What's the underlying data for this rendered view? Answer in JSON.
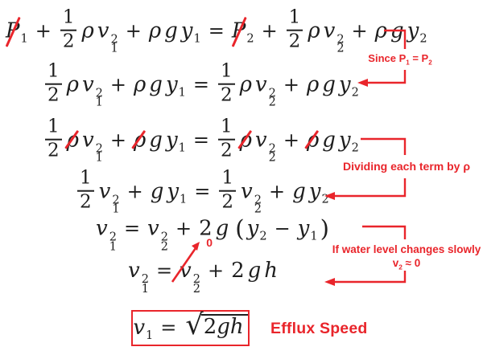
{
  "palette": {
    "red": "#e9252b",
    "ink": "#1e1e1e",
    "bg": "#ffffff"
  },
  "equations": {
    "line1": {
      "tokens": [
        {
          "t": "var",
          "v": "P",
          "sub": "1",
          "strike": "big"
        },
        {
          "t": "op",
          "v": "+"
        },
        {
          "t": "frac",
          "num": "1",
          "den": "2"
        },
        {
          "t": "var",
          "v": "ρ"
        },
        {
          "t": "var",
          "v": "v",
          "sup": "2",
          "sub": "1"
        },
        {
          "t": "op",
          "v": "+"
        },
        {
          "t": "var",
          "v": "ρ"
        },
        {
          "t": "var",
          "v": "g"
        },
        {
          "t": "var",
          "v": "y",
          "sub": "1"
        },
        {
          "t": "op",
          "v": "="
        },
        {
          "t": "var",
          "v": "P",
          "sub": "2",
          "strike": "big"
        },
        {
          "t": "op",
          "v": "+"
        },
        {
          "t": "frac",
          "num": "1",
          "den": "2"
        },
        {
          "t": "var",
          "v": "ρ"
        },
        {
          "t": "var",
          "v": "v",
          "sup": "2",
          "sub": "2"
        },
        {
          "t": "op",
          "v": "+"
        },
        {
          "t": "var",
          "v": "ρ"
        },
        {
          "t": "var",
          "v": "g"
        },
        {
          "t": "var",
          "v": "y",
          "sub": "2"
        }
      ]
    },
    "line2": {
      "tokens": [
        {
          "t": "frac",
          "num": "1",
          "den": "2"
        },
        {
          "t": "var",
          "v": "ρ"
        },
        {
          "t": "var",
          "v": "v",
          "sup": "2",
          "sub": "1"
        },
        {
          "t": "op",
          "v": "+"
        },
        {
          "t": "var",
          "v": "ρ"
        },
        {
          "t": "var",
          "v": "g"
        },
        {
          "t": "var",
          "v": "y",
          "sub": "1"
        },
        {
          "t": "op",
          "v": "="
        },
        {
          "t": "frac",
          "num": "1",
          "den": "2"
        },
        {
          "t": "var",
          "v": "ρ"
        },
        {
          "t": "var",
          "v": "v",
          "sup": "2",
          "sub": "2"
        },
        {
          "t": "op",
          "v": "+"
        },
        {
          "t": "var",
          "v": "ρ"
        },
        {
          "t": "var",
          "v": "g"
        },
        {
          "t": "var",
          "v": "y",
          "sub": "2"
        }
      ]
    },
    "line3": {
      "tokens": [
        {
          "t": "frac",
          "num": "1",
          "den": "2"
        },
        {
          "t": "var",
          "v": "ρ",
          "strike": "small"
        },
        {
          "t": "var",
          "v": "v",
          "sup": "2",
          "sub": "1"
        },
        {
          "t": "op",
          "v": "+"
        },
        {
          "t": "var",
          "v": "ρ",
          "strike": "small"
        },
        {
          "t": "var",
          "v": "g"
        },
        {
          "t": "var",
          "v": "y",
          "sub": "1"
        },
        {
          "t": "op",
          "v": "="
        },
        {
          "t": "frac",
          "num": "1",
          "den": "2"
        },
        {
          "t": "var",
          "v": "ρ",
          "strike": "small"
        },
        {
          "t": "var",
          "v": "v",
          "sup": "2",
          "sub": "2"
        },
        {
          "t": "op",
          "v": "+"
        },
        {
          "t": "var",
          "v": "ρ",
          "strike": "small"
        },
        {
          "t": "var",
          "v": "g"
        },
        {
          "t": "var",
          "v": "y",
          "sub": "2"
        }
      ]
    },
    "line4": {
      "tokens": [
        {
          "t": "frac",
          "num": "1",
          "den": "2"
        },
        {
          "t": "var",
          "v": "v",
          "sup": "2",
          "sub": "1"
        },
        {
          "t": "op",
          "v": "+"
        },
        {
          "t": "var",
          "v": "g"
        },
        {
          "t": "var",
          "v": "y",
          "sub": "1"
        },
        {
          "t": "op",
          "v": "="
        },
        {
          "t": "frac",
          "num": "1",
          "den": "2"
        },
        {
          "t": "var",
          "v": "v",
          "sup": "2",
          "sub": "2"
        },
        {
          "t": "op",
          "v": "+"
        },
        {
          "t": "var",
          "v": "g"
        },
        {
          "t": "var",
          "v": "y",
          "sub": "2"
        }
      ]
    },
    "line5": {
      "tokens": [
        {
          "t": "var",
          "v": "v",
          "sup": "2",
          "sub": "1"
        },
        {
          "t": "op",
          "v": "="
        },
        {
          "t": "var",
          "v": "v",
          "sup": "2",
          "sub": "2"
        },
        {
          "t": "op",
          "v": "+"
        },
        {
          "t": "num",
          "v": "2"
        },
        {
          "t": "var",
          "v": "g"
        },
        {
          "t": "sp"
        },
        {
          "t": "par",
          "v": "("
        },
        {
          "t": "var",
          "v": "y",
          "sub": "2"
        },
        {
          "t": "op",
          "v": "−"
        },
        {
          "t": "var",
          "v": "y",
          "sub": "1"
        },
        {
          "t": "par",
          "v": ")"
        }
      ]
    },
    "line6": {
      "tokens": [
        {
          "t": "var",
          "v": "v",
          "sup": "2",
          "sub": "1"
        },
        {
          "t": "op",
          "v": "="
        },
        {
          "t": "var",
          "v": "v",
          "sup": "2",
          "sub": "2",
          "strike": "arrow0",
          "zero": "0"
        },
        {
          "t": "op",
          "v": "+"
        },
        {
          "t": "num",
          "v": "2"
        },
        {
          "t": "var",
          "v": "g"
        },
        {
          "t": "var",
          "v": "h"
        }
      ]
    },
    "boxed": {
      "tokens": [
        {
          "t": "var",
          "v": "v",
          "sub": "1"
        },
        {
          "t": "op",
          "v": "="
        },
        {
          "t": "sqrt",
          "v": "2gh"
        }
      ]
    }
  },
  "annotations": {
    "since": {
      "pre": "Since P",
      "sub1": "1",
      "mid": " = P",
      "sub2": "2"
    },
    "dividing": "Dividing each term by ρ",
    "slow_line1": "If water level changes slowly",
    "slow_line2": {
      "pre": "v",
      "sub": "2",
      "post": " ≈ 0"
    },
    "efflux": "Efflux Speed"
  }
}
